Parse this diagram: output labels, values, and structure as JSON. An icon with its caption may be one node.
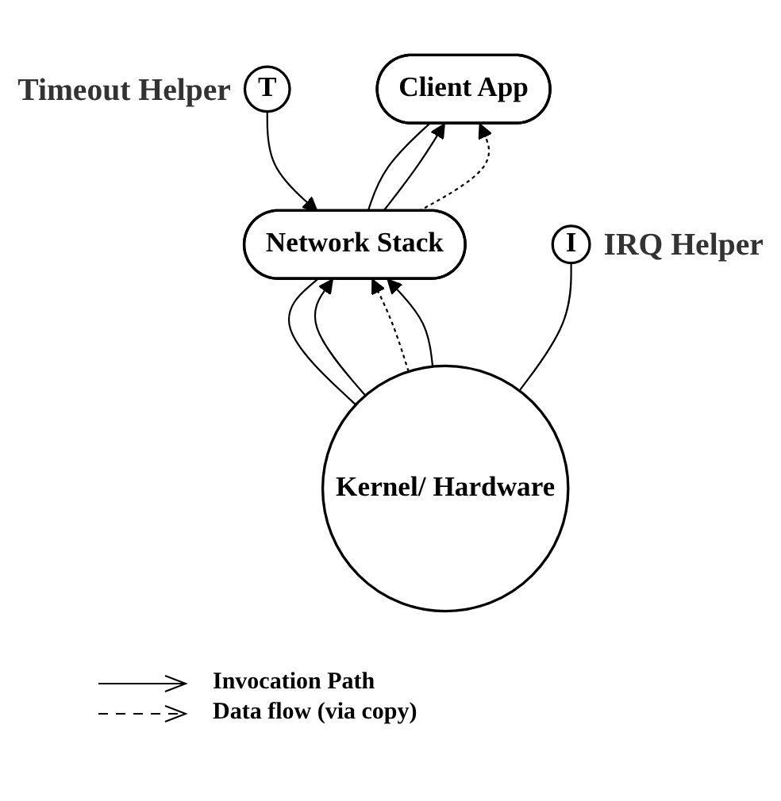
{
  "diagram": {
    "nodes": [
      {
        "text": [
          "Client App"
        ]
      },
      {
        "text": [
          "T"
        ],
        "beside": [
          "Timeout Helper"
        ]
      },
      {
        "text": [
          "Network Stack"
        ]
      },
      {
        "text": [
          "I"
        ],
        "beside": [
          "IRQ Helper"
        ]
      },
      {
        "text": [
          "Kernel/ Hardware"
        ]
      }
    ],
    "edges": [
      {
        "from": 0,
        "to": 2,
        "arrow": "none"
      },
      {
        "from": 2,
        "to": 0,
        "arrow": "to"
      },
      {
        "from": 2,
        "to": 0,
        "arrow": "to",
        "style": "dashed"
      },
      {
        "from": 1,
        "to": 2,
        "arrow": "to"
      },
      {
        "from": 2,
        "to": 4,
        "arrow": "none"
      },
      {
        "from": 4,
        "to": 2,
        "arrow": "to"
      },
      {
        "from": 4,
        "to": 2,
        "arrow": "to",
        "style": "dashed"
      },
      {
        "from": 3,
        "to": 4,
        "arrow": "none"
      },
      {
        "from": 4,
        "to": 2,
        "arrow": "to"
      }
    ],
    "legend": [
      {
        "text": "Invocation Path"
      },
      {
        "text": "Data flow (via copy)"
      }
    ]
  }
}
